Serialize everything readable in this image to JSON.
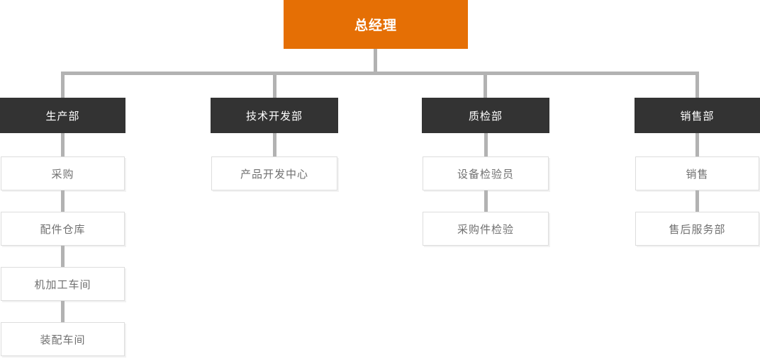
{
  "org": {
    "root": {
      "label": "总经理"
    },
    "branches": [
      {
        "dept": "生产部",
        "children": [
          "采购",
          "配件仓库",
          "机加工车间",
          "装配车间"
        ]
      },
      {
        "dept": "技术开发部",
        "children": [
          "产品开发中心"
        ]
      },
      {
        "dept": "质检部",
        "children": [
          "设备检验员",
          "采购件检验"
        ]
      },
      {
        "dept": "销售部",
        "children": [
          "销售",
          "售后服务部"
        ]
      }
    ]
  },
  "colors": {
    "root_bg": "#E56F05",
    "dept_bg": "#333333",
    "connector": "#B2B2B2",
    "leaf_border": "#DDDDDD",
    "leaf_text": "#707070",
    "node_text": "#FFFFFF"
  }
}
